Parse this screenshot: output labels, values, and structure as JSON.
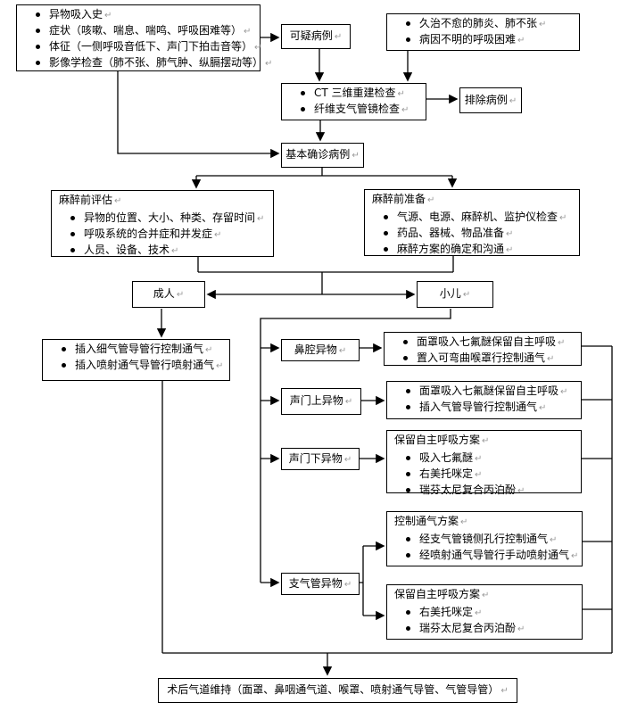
{
  "page": {
    "background": "#ffffff",
    "line_color": "#000000",
    "box_border": "#000000",
    "pilcrow_color": "#9a9a9a"
  },
  "boxes": {
    "symptoms": {
      "bullets": [
        "异物吸入史",
        "症状（咳嗽、喘息、喘鸣、呼吸困难等）",
        "体征（一侧呼吸音低下、声门下拍击音等）",
        "影像学检查（肺不张、肺气肿、纵膈摆动等）"
      ]
    },
    "suspected": {
      "label": "可疑病例"
    },
    "chronic": {
      "bullets": [
        "久治不愈的肺炎、肺不张",
        "病因不明的呼吸困难"
      ]
    },
    "ct": {
      "bullets": [
        "CT 三维重建检查",
        "纤维支气管镜检查"
      ]
    },
    "excluded": {
      "label": "排除病例"
    },
    "confirmed": {
      "label": "基本确诊病例"
    },
    "pre_eval": {
      "title": "麻醉前评估",
      "bullets": [
        "异物的位置、大小、种类、存留时间",
        "呼吸系统的合并症和并发症",
        "人员、设备、技术"
      ]
    },
    "pre_prep": {
      "title": "麻醉前准备",
      "bullets": [
        "气源、电源、麻醉机、监护仪检查",
        "药品、器械、物品准备",
        "麻醉方案的确定和沟通"
      ]
    },
    "adult": {
      "label": "成人"
    },
    "child": {
      "label": "小儿"
    },
    "adult_vent": {
      "bullets": [
        "插入细气管导管行控制通气",
        "插入喷射通气导管行喷射通气"
      ]
    },
    "nasal": {
      "label": "鼻腔异物"
    },
    "nasal_plan": {
      "bullets": [
        "面罩吸入七氟醚保留自主呼吸",
        "置入可弯曲喉罩行控制通气"
      ]
    },
    "supraglottic": {
      "label": "声门上异物"
    },
    "supraglottic_plan": {
      "bullets": [
        "面罩吸入七氟醚保留自主呼吸",
        "插入气管导管行控制通气"
      ]
    },
    "subglottic": {
      "label": "声门下异物"
    },
    "subglottic_plan": {
      "title": "保留自主呼吸方案",
      "bullets": [
        "吸入七氟醚",
        "右美托咪定",
        "瑞芬太尼复合丙泊酚"
      ]
    },
    "controlled_plan": {
      "title": "控制通气方案",
      "bullets": [
        "经支气管镜侧孔行控制通气",
        "经喷射通气导管行手动喷射通气"
      ]
    },
    "bronchial": {
      "label": "支气管异物"
    },
    "spont_plan": {
      "title": "保留自主呼吸方案",
      "bullets": [
        "右美托咪定",
        "瑞芬太尼复合丙泊酚"
      ]
    },
    "postop": {
      "label": "术后气道维持（面罩、鼻咽通气道、喉罩、喷射通气导管、气管导管）"
    }
  }
}
